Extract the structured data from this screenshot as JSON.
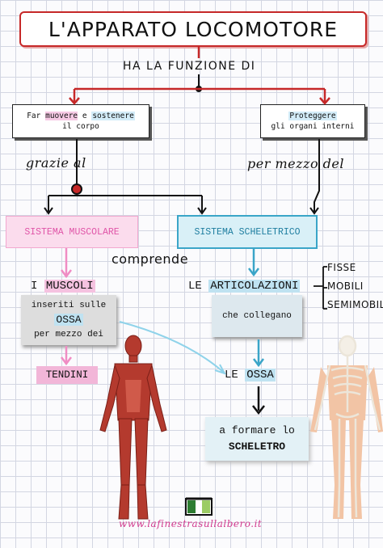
{
  "title": "L'APPARATO LOCOMOTORE",
  "funzione": "HA LA FUNZIONE DI",
  "box_left": {
    "w1": "Far ",
    "w2": "muovere",
    "w3": " e ",
    "w4": "sostenere",
    "line2": "il corpo"
  },
  "box_right": {
    "line1": "Proteggere",
    "line2": "gli organi interni"
  },
  "grazie": "grazie al",
  "per_mezzo": "per mezzo del",
  "sistema_muscolare": "SISTEMA MUSCOLARE",
  "sistema_scheletrico": "SISTEMA SCHELETRICO",
  "comprende": "comprende",
  "muscoli": {
    "article": "I ",
    "word": "MUSCOLI"
  },
  "articolazioni": {
    "article": "LE ",
    "word": "ARTICOLAZIONI"
  },
  "articolazioni_types": [
    "FISSE",
    "MOBILI",
    "SEMIMOBILI"
  ],
  "inseriti": {
    "line1": "inseriti sulle",
    "line2": "OSSA",
    "line3": "per mezzo dei"
  },
  "tendini": "TENDINI",
  "collegano": "che collegano",
  "ossa": {
    "article": "LE ",
    "word": "OSSA"
  },
  "formare": {
    "line1": "a formare lo",
    "line2": "SCHELETRO"
  },
  "website": "www.lafinestrasullalbero.it",
  "icons": [
    "muscle-body-figure-icon",
    "skeleton-figure-icon",
    "window-logo-icon"
  ],
  "colors": {
    "red": "#c62828",
    "pink": "#e055a8",
    "teal": "#3aa5c8"
  }
}
